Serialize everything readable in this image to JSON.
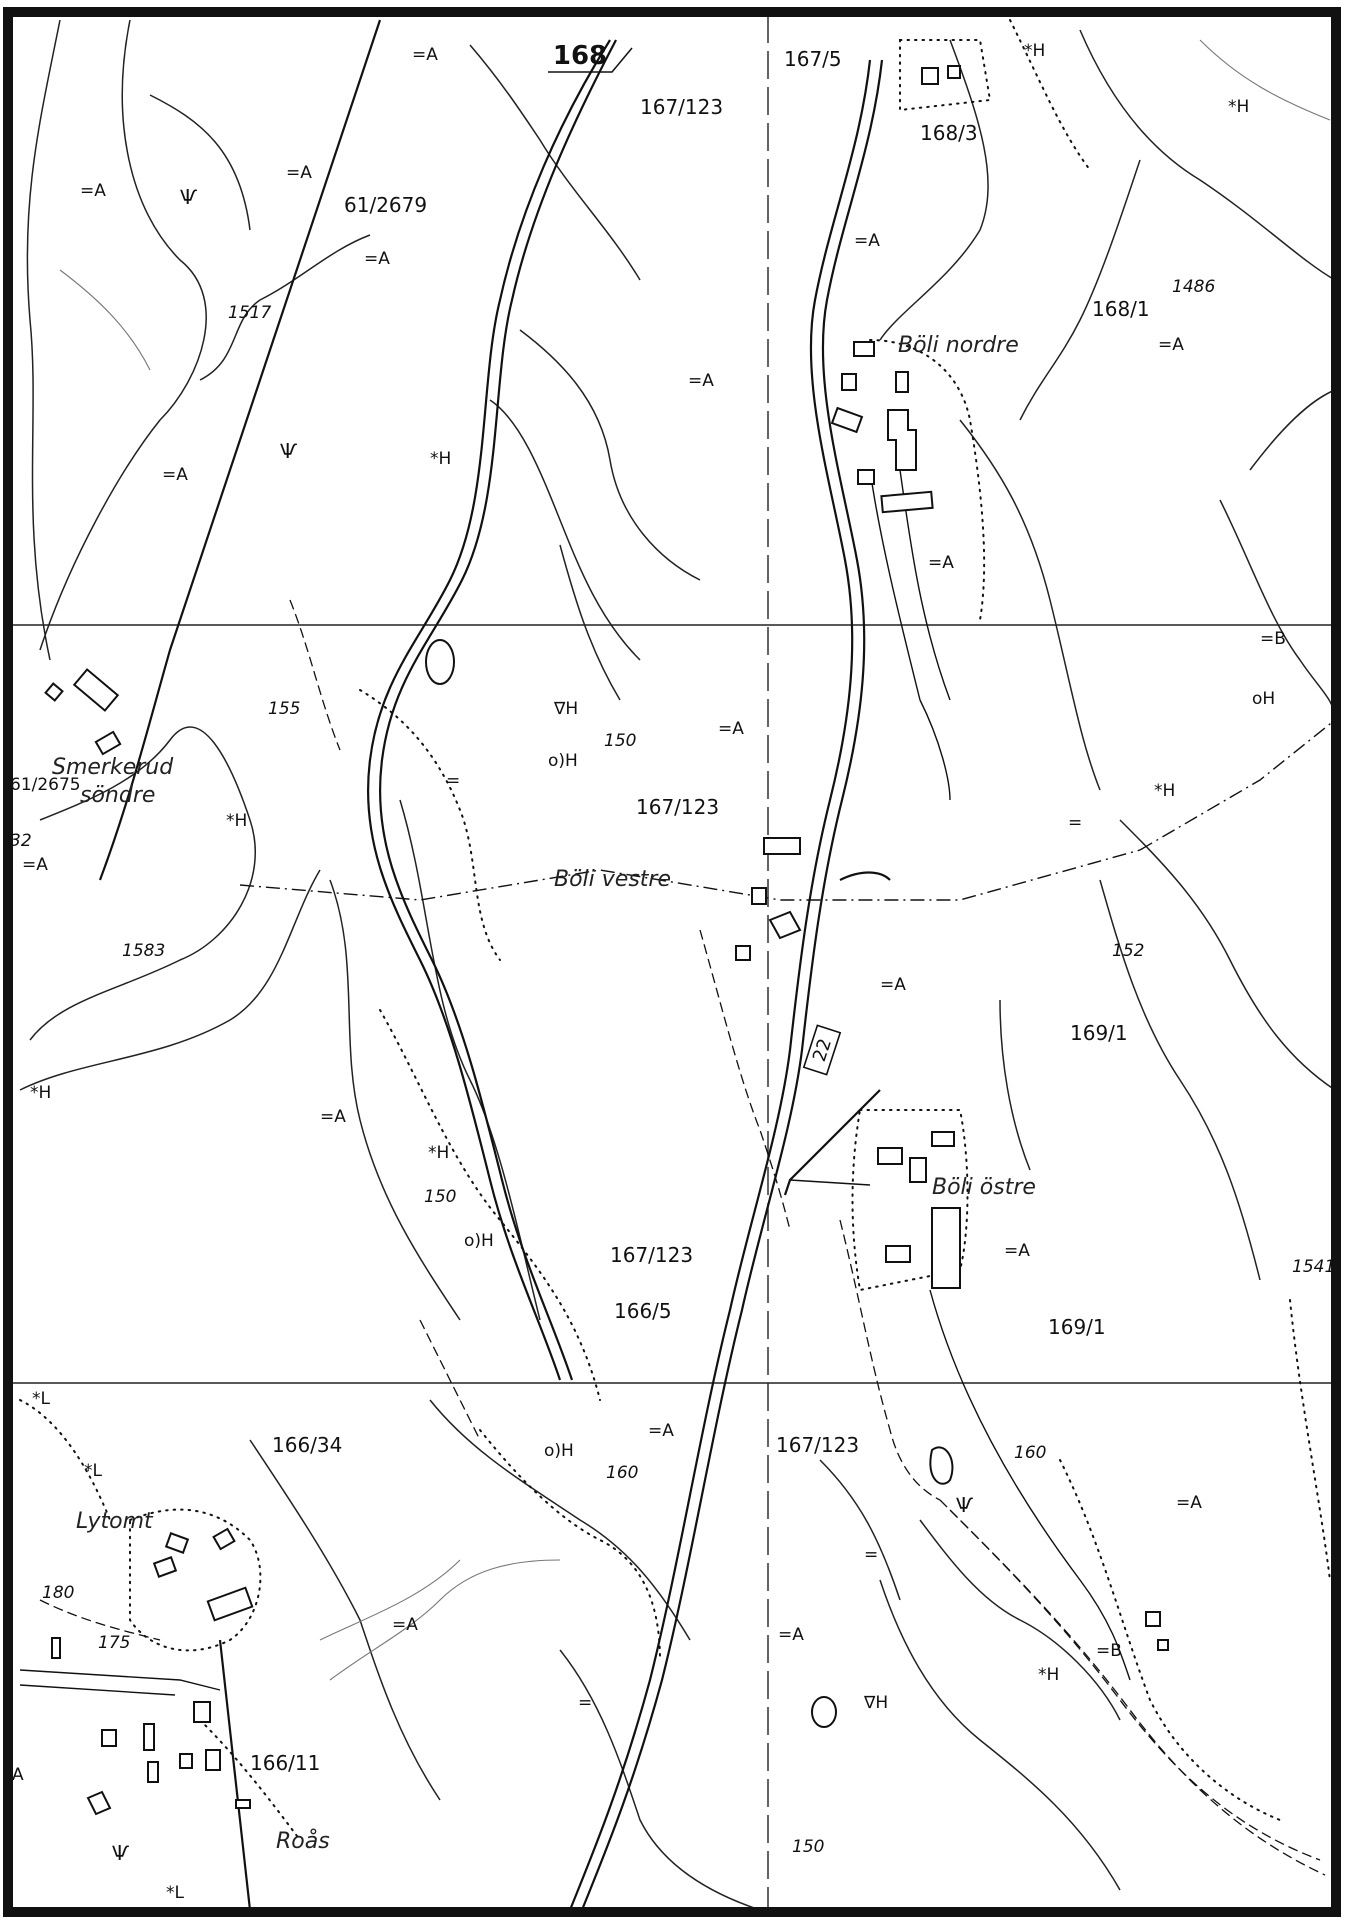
{
  "map": {
    "sheet_number": "168",
    "road_number": "22",
    "place_names": {
      "boli_nordre": "Böli nordre",
      "boli_vestre": "Böli vestre",
      "boli_ostre": "Böli östre",
      "smerkerud_1": "Smerkerud",
      "smerkerud_2": "söndre",
      "lytomt": "Lytomt",
      "roas": "Roås"
    },
    "parcels": {
      "p167_5_top": "167/5",
      "p167_123_top": "167/123",
      "p168_3": "168/3",
      "p61_2679": "61/2679",
      "p168_1": "168/1",
      "p167_123_mid": "167/123",
      "p61_2675": "61/2675",
      "p169_1_a": "169/1",
      "p167_123_low": "167/123",
      "p166_5": "166/5",
      "p169_1_b": "169/1",
      "p166_34": "166/34",
      "p167_123_bottom": "167/123",
      "p166_11": "166/11"
    },
    "elevations": {
      "e1517": "1517",
      "e1486": "1486",
      "e155": "155",
      "e150_a": "150",
      "e1583": "1583",
      "e150_b": "150",
      "e152": "152",
      "e1541": "1541",
      "e160_a": "160",
      "e160_b": "160",
      "e180": "180",
      "e175": "175",
      "e150_c": "150",
      "e32": "32"
    },
    "codes": {
      "c_a1": "=A",
      "c_a2": "=A",
      "c_a3": "=A",
      "c_a4": "=A",
      "c_a5": "=A",
      "c_a6": "=A",
      "c_a7": "=A",
      "c_a8": "=A",
      "c_a9": "=A",
      "c_a10": "=A",
      "c_a11": "=A",
      "c_a12": "=A",
      "c_a13": "=A",
      "c_a14": "=A",
      "c_a15": "=A",
      "c_a16": "=A",
      "c_a17": "=A",
      "c_a18": "=A",
      "c_b1": "=B",
      "c_b2": "=B",
      "c_eq1": "=",
      "c_eq2": "=",
      "c_eq3": "=",
      "c_eq4": "=",
      "h1": "*H",
      "h2": "*H",
      "h3": "*H",
      "h4": "*H",
      "h5": "*H",
      "h6": "*H",
      "h7": "*H",
      "h8": "*H",
      "oh1": "o)H",
      "oh2": "o)H",
      "oh3": "o)H",
      "oh4": "oH",
      "vh1": "∇H",
      "vh2": "∇H",
      "l1": "*L",
      "l2": "*L",
      "l3": "*L",
      "marsh1": "Ѱ",
      "marsh2": "Ѱ",
      "marsh3": "Ѱ",
      "marsh4": "Ѱ",
      "a_corner": "A"
    }
  }
}
